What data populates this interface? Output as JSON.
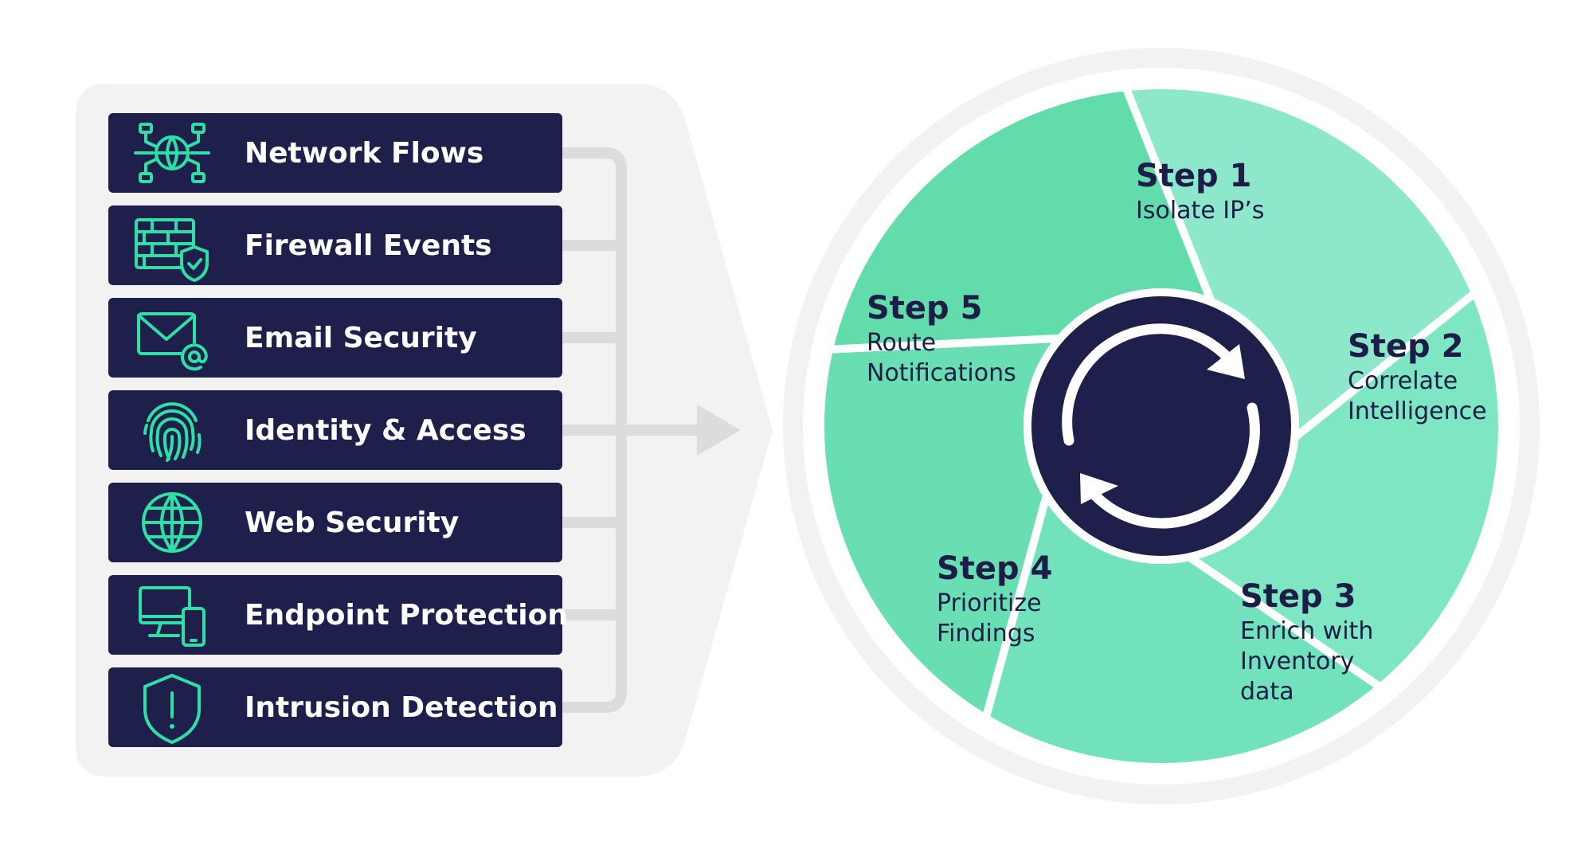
{
  "sources": {
    "items": [
      {
        "label": "Network Flows",
        "icon": "network-globe-icon"
      },
      {
        "label": "Firewall Events",
        "icon": "firewall-shield-icon"
      },
      {
        "label": "Email Security",
        "icon": "email-at-icon"
      },
      {
        "label": "Identity & Access",
        "icon": "fingerprint-icon"
      },
      {
        "label": "Web Security",
        "icon": "globe-icon"
      },
      {
        "label": "Endpoint Protection",
        "icon": "devices-icon"
      },
      {
        "label": "Intrusion Detection",
        "icon": "shield-alert-icon"
      }
    ]
  },
  "cycle": {
    "center_icon": "refresh-cycle-icon",
    "steps": [
      {
        "title": "Step 1",
        "lines": [
          "Isolate IP’s"
        ]
      },
      {
        "title": "Step 2",
        "lines": [
          "Correlate",
          "Intelligence"
        ]
      },
      {
        "title": "Step 3",
        "lines": [
          "Enrich with",
          "Inventory",
          "data"
        ]
      },
      {
        "title": "Step 4",
        "lines": [
          "Prioritize",
          "Findings"
        ]
      },
      {
        "title": "Step 5",
        "lines": [
          "Route",
          "Notifications"
        ]
      }
    ]
  },
  "colors": {
    "navy": "#1e1f4b",
    "accent": "#2fe0a6",
    "panel": "#f2f2f2",
    "connector": "#dcdcdc",
    "step1": "#8de8cb",
    "step2": "#7fe6c4",
    "step3": "#72e2bc",
    "step4": "#69deb2",
    "step5": "#63dcab"
  }
}
